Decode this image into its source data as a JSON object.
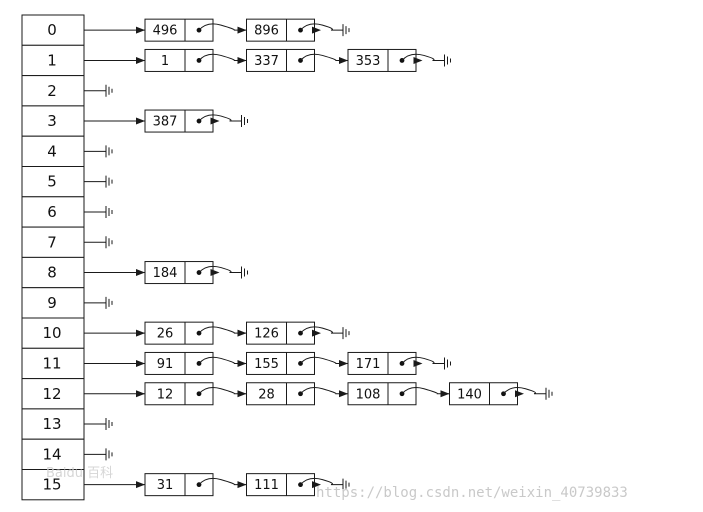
{
  "buckets": [
    {
      "index": "0",
      "chain": [
        "496",
        "896"
      ]
    },
    {
      "index": "1",
      "chain": [
        "1",
        "337",
        "353"
      ]
    },
    {
      "index": "2",
      "chain": []
    },
    {
      "index": "3",
      "chain": [
        "387"
      ]
    },
    {
      "index": "4",
      "chain": []
    },
    {
      "index": "5",
      "chain": []
    },
    {
      "index": "6",
      "chain": []
    },
    {
      "index": "7",
      "chain": []
    },
    {
      "index": "8",
      "chain": [
        "184"
      ]
    },
    {
      "index": "9",
      "chain": []
    },
    {
      "index": "10",
      "chain": [
        "26",
        "126"
      ]
    },
    {
      "index": "11",
      "chain": [
        "91",
        "155",
        "171"
      ]
    },
    {
      "index": "12",
      "chain": [
        "12",
        "28",
        "108",
        "140"
      ]
    },
    {
      "index": "13",
      "chain": []
    },
    {
      "index": "14",
      "chain": []
    },
    {
      "index": "15",
      "chain": [
        "31",
        "111"
      ]
    }
  ],
  "watermark": {
    "url": "https://blog.csdn.net/weixin_40739833",
    "logo": "Baidu 百科"
  }
}
